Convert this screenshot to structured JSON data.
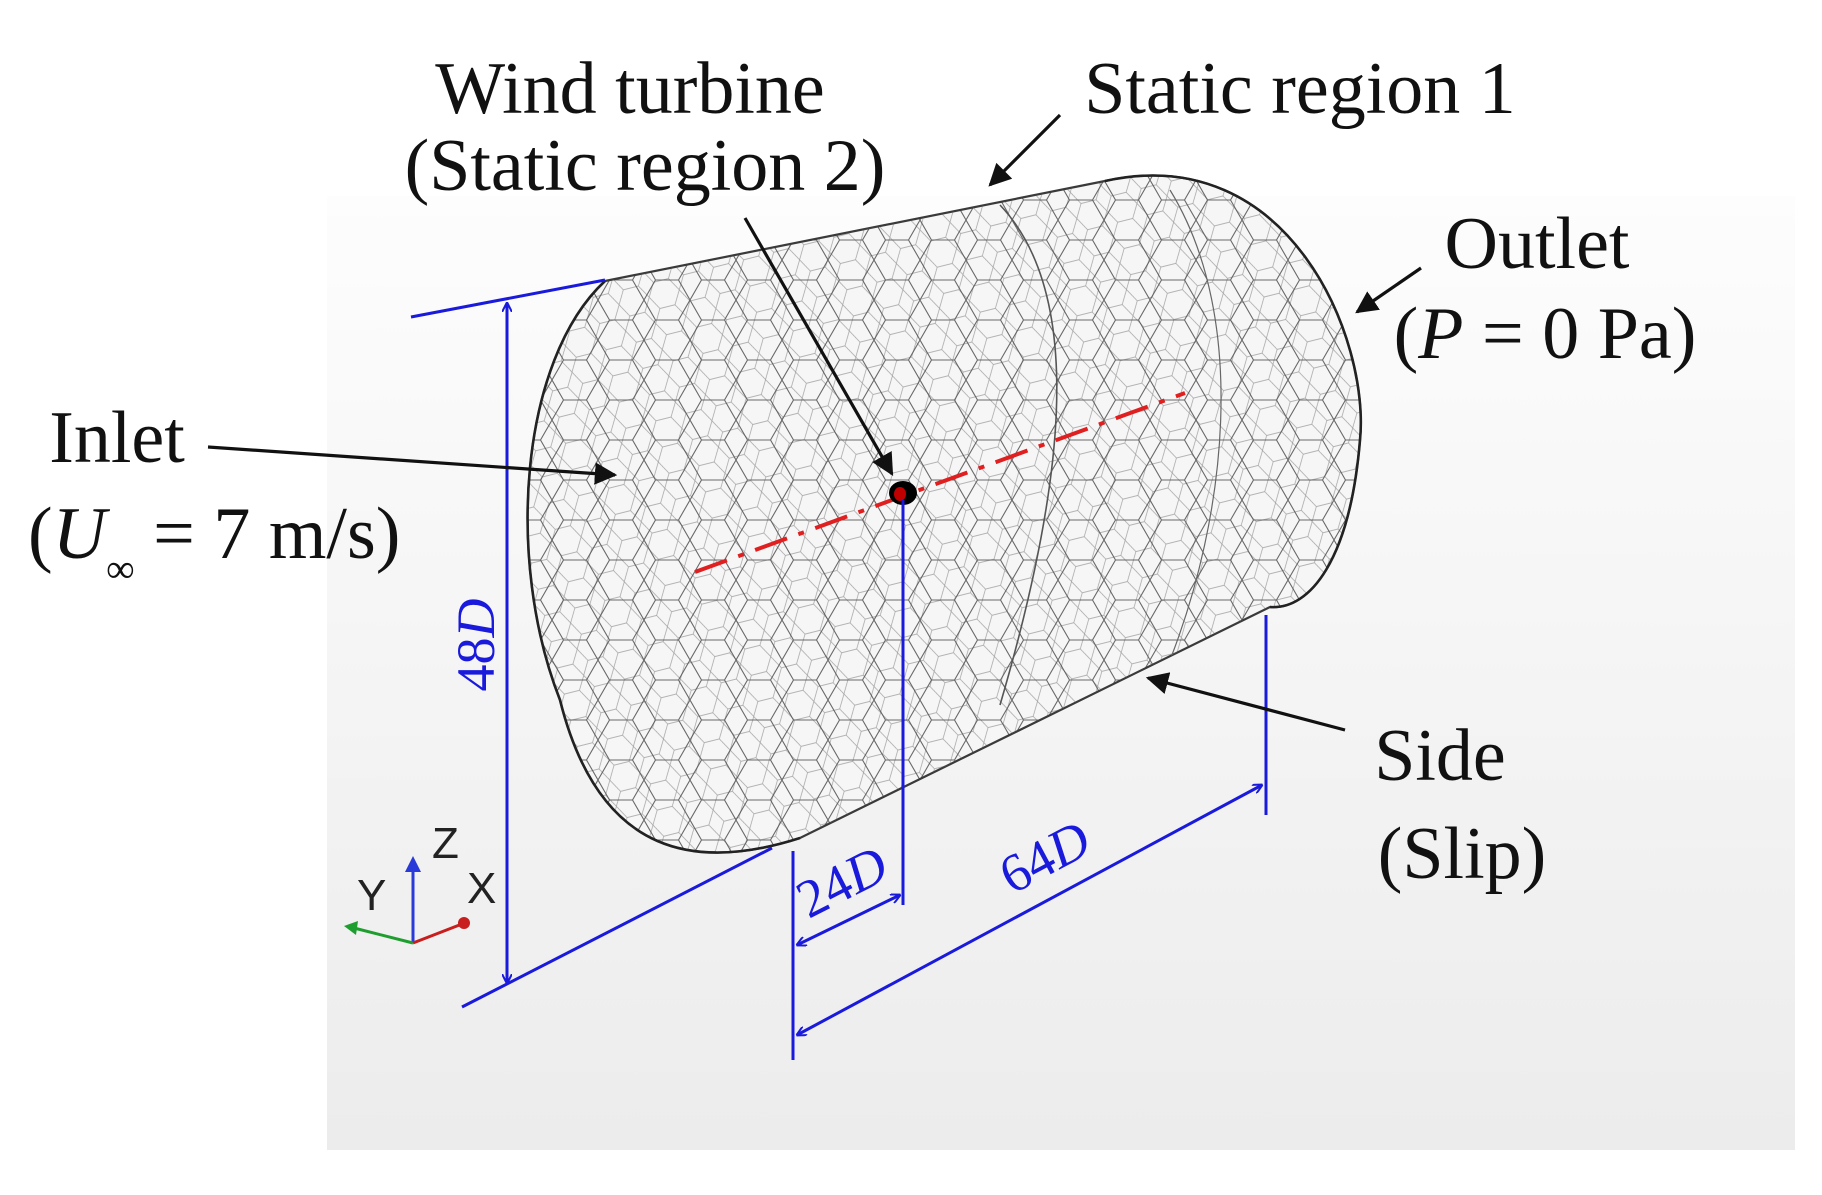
{
  "labels": {
    "wind_turbine_line1": "Wind turbine",
    "wind_turbine_line2": "(Static region 2)",
    "static_region_1": "Static region 1",
    "outlet_line1": "Outlet",
    "outlet_open": "(",
    "outlet_var": "P",
    "outlet_rest": " = 0 Pa",
    "outlet_close": ")",
    "inlet_line1": "Inlet",
    "inlet_open": "(",
    "inlet_var": "U",
    "inlet_sub": "∞",
    "inlet_rest": " = 7 m/s",
    "inlet_close": ")",
    "side_line1": "Side",
    "side_line2": "(Slip)"
  },
  "dimensions": {
    "height_num": "48",
    "height_var": "D",
    "upstream_num": "24",
    "upstream_var": "D",
    "length_num": "64",
    "length_var": "D"
  },
  "axes": {
    "x": "X",
    "y": "Y",
    "z": "Z"
  },
  "colors": {
    "dimension": "#1a1adc",
    "centerline": "#e02020",
    "mesh": "#3a3a3a",
    "arrow": "#111111",
    "axis_x": "#c81e1e",
    "axis_y": "#1e9e2e",
    "axis_z": "#2a3ad8"
  },
  "icons": [
    "axis-triad-icon",
    "turbine-marker-icon"
  ]
}
